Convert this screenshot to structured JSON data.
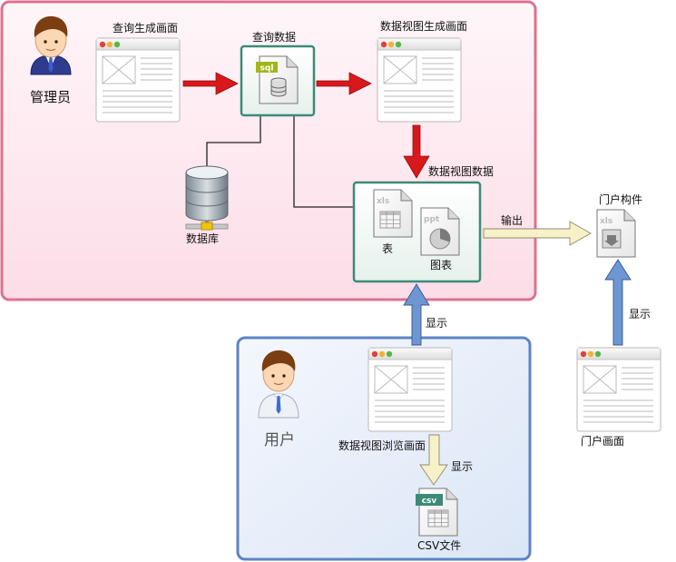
{
  "admin": {
    "role_label": "管理员"
  },
  "user": {
    "role_label": "用户"
  },
  "screens": {
    "query_gen": "查询生成画面",
    "query_data": "查询数据",
    "view_gen": "数据视图生成画面",
    "view_data": "数据视图数据",
    "database": "数据库",
    "table": "表",
    "chart": "图表",
    "portal_component": "门户构件",
    "view_browse": "数据视图浏览画面",
    "portal_screen": "门户画面",
    "csv_file": "CSV文件"
  },
  "edges": {
    "output": "输出",
    "display_up": "显示",
    "display_portal": "显示",
    "display_csv": "显示"
  },
  "file_icons": {
    "sql": "sql",
    "table_ext": "xls",
    "chart_ext": "ppt",
    "portal_ext": "xls",
    "csv_ext": "csv"
  },
  "colors": {
    "admin_zone_border": "#e0708f",
    "admin_zone_fill": "#fdeef3",
    "user_zone_border": "#5d84c6",
    "user_zone_fill": "#e5edf9",
    "teal_box_border": "#3c8a78",
    "red_arrow": "#d9181c",
    "blue_arrow": "#6d96d2",
    "yellow_arrow": "#f8f1c8"
  }
}
